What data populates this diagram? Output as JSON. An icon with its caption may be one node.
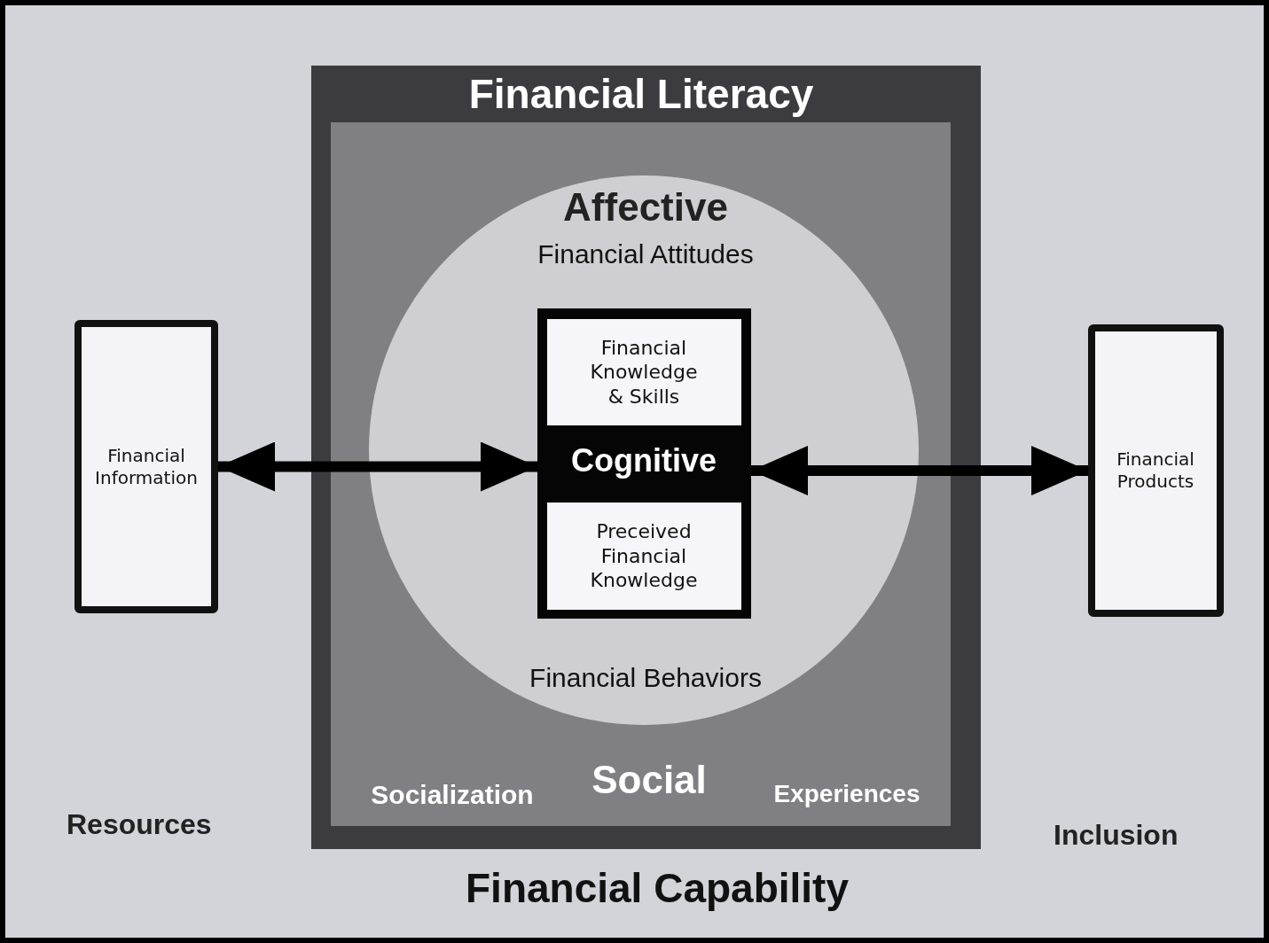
{
  "diagram": {
    "nodes": [
      {
        "text": [
          "Financial Capability"
        ]
      },
      {
        "text": [
          "Financial Literacy"
        ],
        "in": 0
      },
      {
        "text": [
          "Social",
          "Socialization",
          "Experiences"
        ],
        "in": 1
      },
      {
        "text": [
          "Affective",
          "Financial Attitudes",
          "Financial Behaviors"
        ],
        "in": 2
      },
      {
        "text": [
          "Cognitive"
        ],
        "in": 3
      },
      {
        "text": [
          "Financial Knowledge & Skills"
        ],
        "in": 4
      },
      {
        "text": [
          "Preceived Financial Knowledge"
        ],
        "in": 4
      },
      {
        "text": [
          "Financial Information"
        ],
        "in": 0
      },
      {
        "text": [
          "Financial Products"
        ],
        "in": 0
      }
    ],
    "edges": [
      {
        "from": 7,
        "to": 4,
        "arrow": "both"
      },
      {
        "from": 4,
        "to": 8,
        "arrow": "both"
      }
    ],
    "labels": [
      "Resources",
      "Inclusion"
    ]
  }
}
